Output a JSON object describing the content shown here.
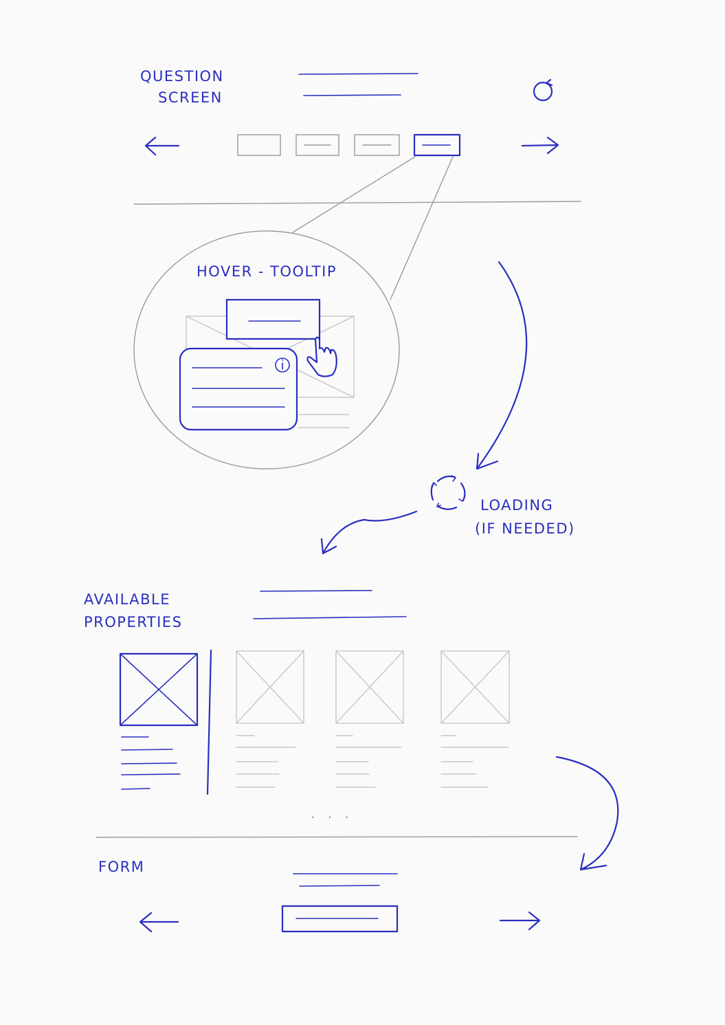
{
  "labels": {
    "question_screen_line1": "QUESTION",
    "question_screen_line2": "SCREEN",
    "hover_tooltip": "HOVER - TOOLTIP",
    "loading_line1": "LOADING",
    "loading_line2": "(IF NEEDED)",
    "available_properties_line1": "AVAILABLE",
    "available_properties_line2": "PROPERTIES",
    "form": "FORM",
    "ellipsis": ". . ."
  },
  "icons": {
    "back_arrow": "arrow-left-icon",
    "forward_arrow": "arrow-right-icon",
    "restart": "restart-icon",
    "loading": "loading-spinner-icon",
    "info": "info-icon",
    "pointer": "hand-pointer-icon",
    "image_placeholder": "image-placeholder-icon"
  },
  "colors": {
    "ink_blue": "#2a2ec0",
    "pencil_grey": "#9a9a9a",
    "paper": "#fafafa"
  }
}
